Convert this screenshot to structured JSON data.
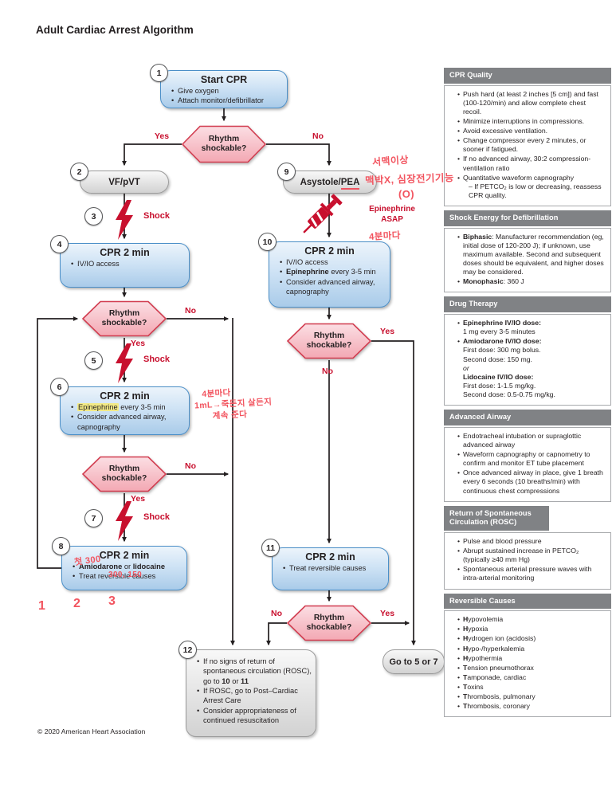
{
  "title": "Adult Cardiac Arrest Algorithm",
  "copyright": "© 2020 American Heart Association",
  "badges": [
    "1",
    "2",
    "3",
    "4",
    "5",
    "6",
    "7",
    "8",
    "9",
    "10",
    "11",
    "12"
  ],
  "labels": {
    "yes": "Yes",
    "no": "No",
    "shock": "Shock",
    "rhythm1": "Rhythm",
    "rhythm2": "shockable?",
    "epi1": "Epinephrine",
    "epi2": "ASAP",
    "goto": "Go to 5 or 7"
  },
  "nodes": {
    "box1": {
      "title": "Start CPR",
      "bullets": [
        "Give oxygen",
        "Attach monitor/defibrillator"
      ]
    },
    "box2": {
      "title": "VF/pVT"
    },
    "box9": {
      "title_pre": "Asystole/",
      "title_underlined": "PEA"
    },
    "box4": {
      "title": "CPR 2 min",
      "bullets": [
        "IV/IO access"
      ]
    },
    "box6": {
      "title": "CPR 2 min",
      "b1_hl": "Epinephrine",
      "b1_rest": " every 3-5 min",
      "b2": "Consider advanced airway, capnography"
    },
    "box8": {
      "title": "CPR 2 min",
      "b1_bold1": "Amiodarone",
      "b1_mid": " or ",
      "b1_bold2": "lidocaine",
      "b2": "Treat reversible causes"
    },
    "box10": {
      "title": "CPR 2 min",
      "b0": "IV/IO access",
      "b1_bold": "Epinephrine",
      "b1_rest": " every 3-5 min",
      "b2": "Consider advanced airway, capnography"
    },
    "box11": {
      "title": "CPR 2 min",
      "b0": "Treat reversible causes"
    },
    "box12": {
      "b1_t1": "If no signs of return of spontaneous circulation (ROSC), go to ",
      "b1_b1": "10",
      "b1_t2": " or ",
      "b1_b2": "11",
      "b2": "If ROSC, go to Post–Cardiac Arrest Care",
      "b3": "Consider appropriateness of continued resuscitation"
    }
  },
  "sidebar": {
    "cpr": {
      "title": "CPR Quality",
      "bullets": [
        "Push hard (at least 2 inches [5 cm]) and fast (100-120/min) and allow complete chest recoil.",
        "Minimize interruptions in compressions.",
        "Avoid excessive ventilation.",
        "Change compressor every 2 minutes, or sooner if fatigued.",
        "If no advanced airway, 30:2 compression-ventilation ratio",
        "Quantitative waveform capnography"
      ],
      "sub": "– If PETCO₂ is low or decreasing, reassess CPR quality."
    },
    "shock": {
      "title": "Shock Energy for Defibrillation",
      "b1_bold": "Biphasic",
      "b1_rest": ": Manufacturer recommendation (eg, initial dose of 120-200 J); if unknown, use maximum available. Second and subsequent doses should be equivalent, and higher doses may be considered.",
      "b2_bold": "Monophasic",
      "b2_rest": ": 360 J"
    },
    "drug": {
      "title": "Drug Therapy",
      "epi_bold": "Epinephrine IV/IO dose:",
      "epi_line": "1 mg every 3-5 minutes",
      "amio_bold": "Amiodarone IV/IO dose:",
      "amio_l1": "First dose: 300 mg bolus.",
      "amio_l2": "Second dose: 150 mg.",
      "or": "or",
      "lido_bold": "Lidocaine IV/IO dose:",
      "lido_l1": "First dose: 1-1.5 mg/kg.",
      "lido_l2": "Second dose: 0.5-0.75 mg/kg."
    },
    "airway": {
      "title": "Advanced Airway",
      "bullets": [
        "Endotracheal intubation or supraglottic advanced airway",
        "Waveform capnography or capnometry to confirm and monitor ET tube placement",
        "Once advanced airway in place, give 1 breath every 6 seconds (10 breaths/min) with continuous chest compressions"
      ]
    },
    "rosc": {
      "title": "Return of Spontaneous Circulation (ROSC)",
      "bullets": [
        "Pulse and blood pressure",
        "Abrupt sustained increase in PETCO₂ (typically ≥40 mm Hg)",
        "Spontaneous arterial pressure waves with intra-arterial monitoring"
      ]
    },
    "causes": {
      "title": "Reversible Causes",
      "items": [
        {
          "b": "H",
          "t": "ypovolemia"
        },
        {
          "b": "H",
          "t": "ypoxia"
        },
        {
          "b": "H",
          "t": "ydrogen ion (acidosis)"
        },
        {
          "b": "H",
          "t": "ypo-/hyperkalemia"
        },
        {
          "b": "H",
          "t": "ypothermia"
        },
        {
          "b": "T",
          "t": "ension pneumothorax"
        },
        {
          "b": "T",
          "t": "amponade, cardiac"
        },
        {
          "b": "T",
          "t": "oxins"
        },
        {
          "b": "T",
          "t": "hrombosis, pulmonary"
        },
        {
          "b": "T",
          "t": "hrombosis, coronary"
        }
      ]
    }
  },
  "annotations": {
    "pea1": "서맥이상",
    "pea2": "맥박X, 심장전기기능",
    "pea3": "(O)",
    "epi_freq": "4분마다",
    "box6_1": "4분마다",
    "box6_2": "1mL→죽든지 살든지",
    "box6_3": "계속 준다",
    "box8_1": "첫 300",
    "box8_2": "300, 150",
    "n1": "1",
    "n2": "2",
    "n3": "3"
  }
}
